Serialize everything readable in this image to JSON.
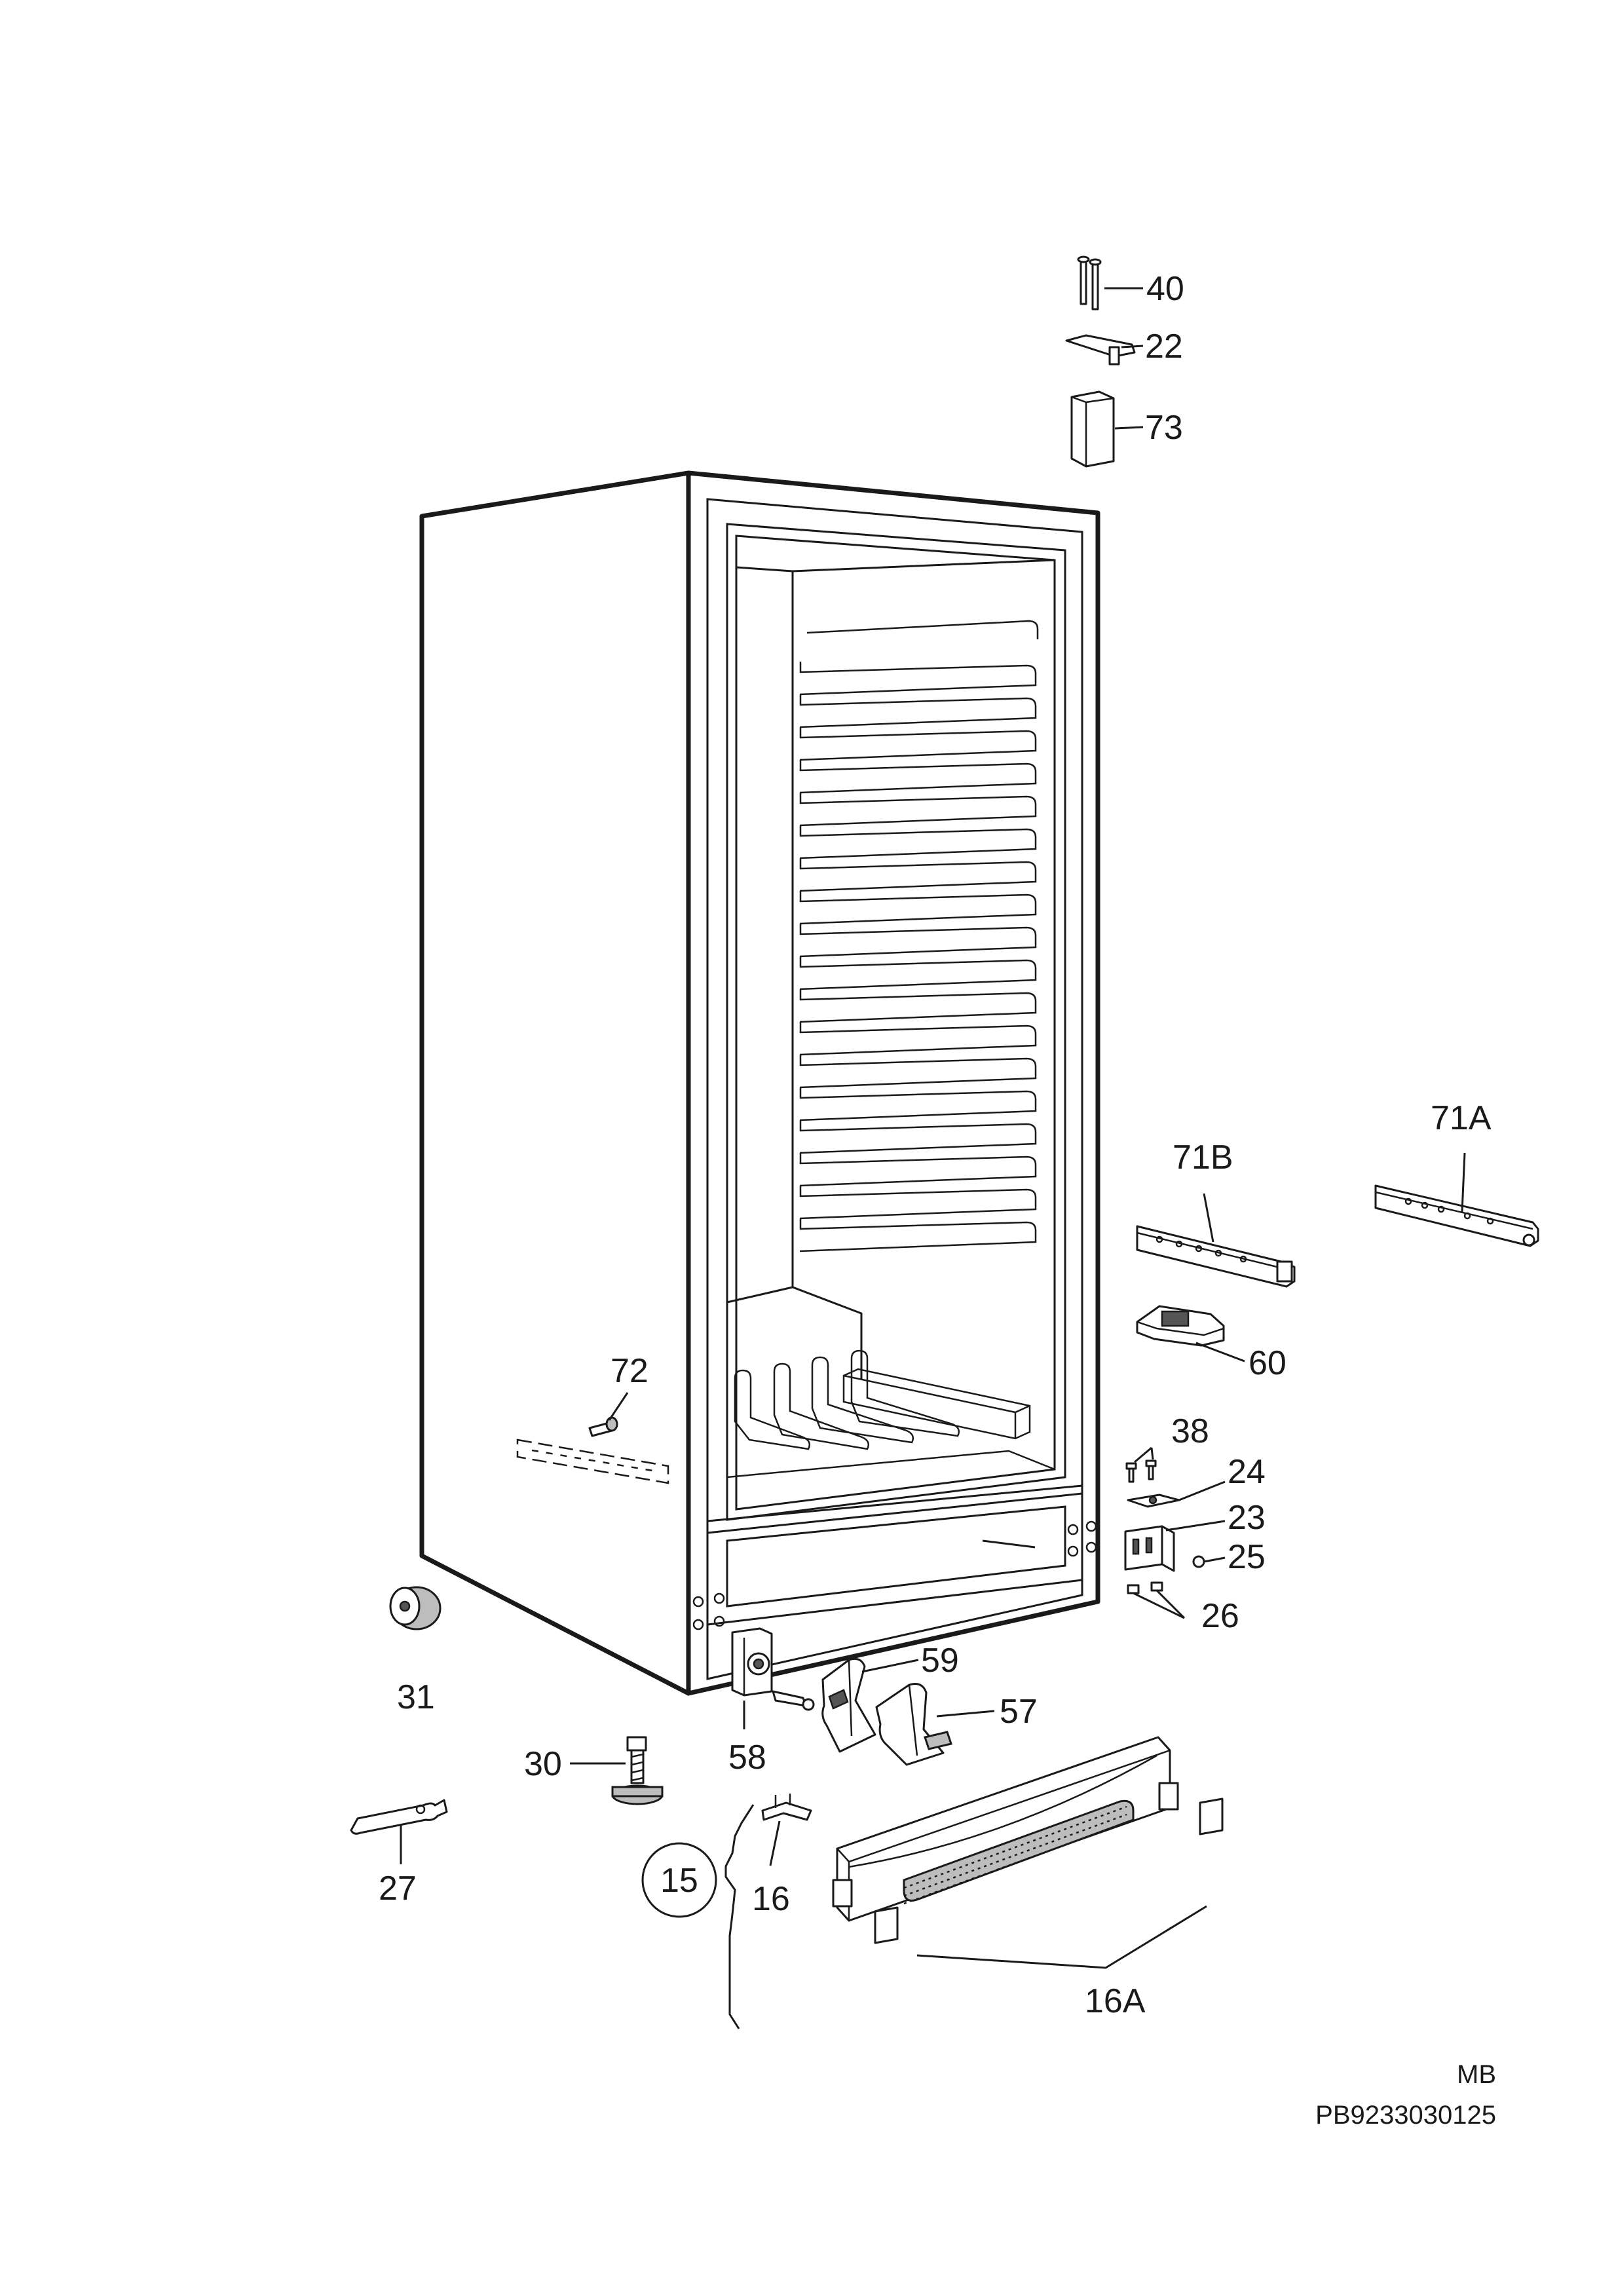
{
  "callouts": {
    "c40": "40",
    "c22": "22",
    "c73": "73",
    "c71A": "71A",
    "c71B": "71B",
    "c60": "60",
    "c72": "72",
    "c38": "38",
    "c24": "24",
    "c23": "23",
    "c25": "25",
    "c26": "26",
    "c31": "31",
    "c59": "59",
    "c57": "57",
    "c30": "30",
    "c58": "58",
    "c27": "27",
    "c15": "15",
    "c16": "16",
    "c16A": "16A"
  },
  "footer": {
    "variant": "MB",
    "code": "PB9233030125"
  }
}
